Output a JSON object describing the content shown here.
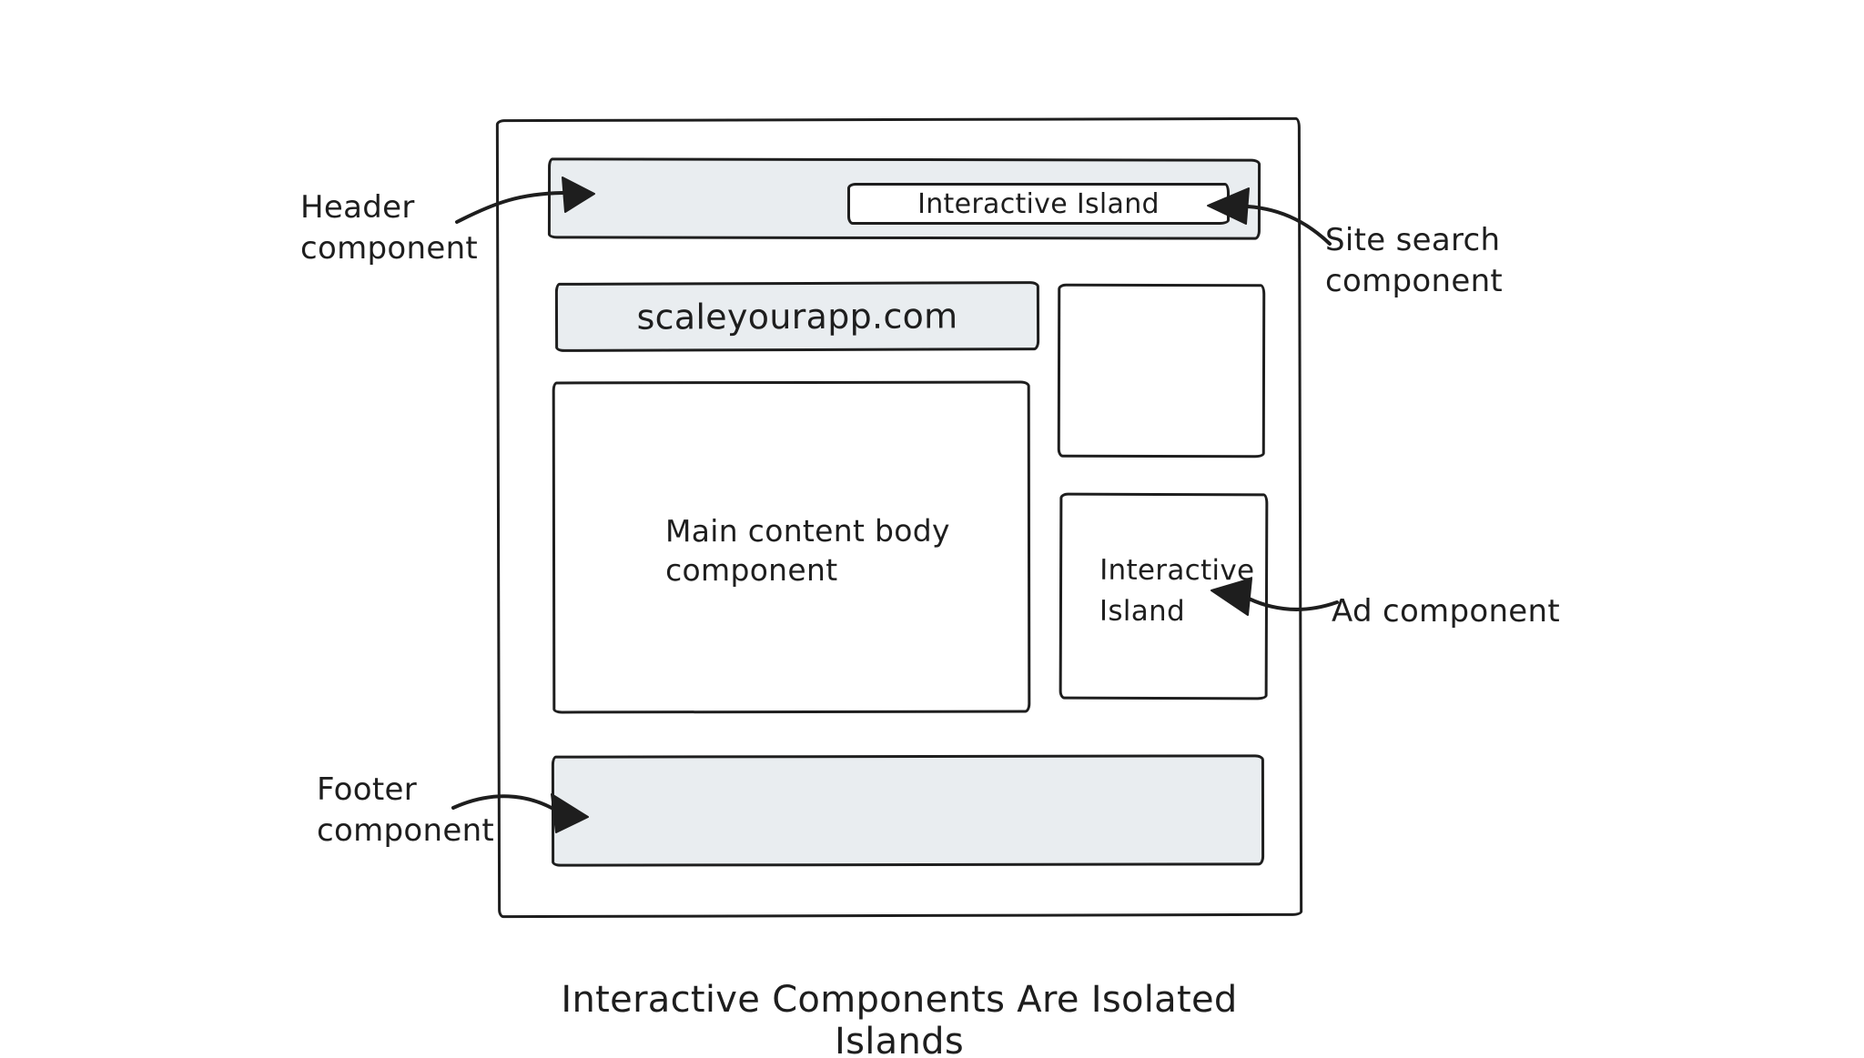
{
  "caption": "Interactive Components Are Isolated Islands",
  "colors": {
    "stroke": "#1e1e1e",
    "component_fill": "#e9edf0",
    "island_fill": "#ffffff",
    "background": "#ffffff"
  },
  "wireframe": {
    "search_island": {
      "label": "Interactive Island"
    },
    "site_bar": {
      "label": "scaleyourapp.com"
    },
    "main_content": {
      "line1": "Main content body",
      "line2": "component"
    },
    "ad_island": {
      "line1": "Interactive",
      "line2": "Island"
    }
  },
  "annotations": {
    "header": {
      "line1": "Header",
      "line2": "component"
    },
    "site_search": {
      "line1": "Site search",
      "line2": "component"
    },
    "ad": {
      "label": "Ad component"
    },
    "footer": {
      "line1": "Footer",
      "line2": "component"
    }
  }
}
